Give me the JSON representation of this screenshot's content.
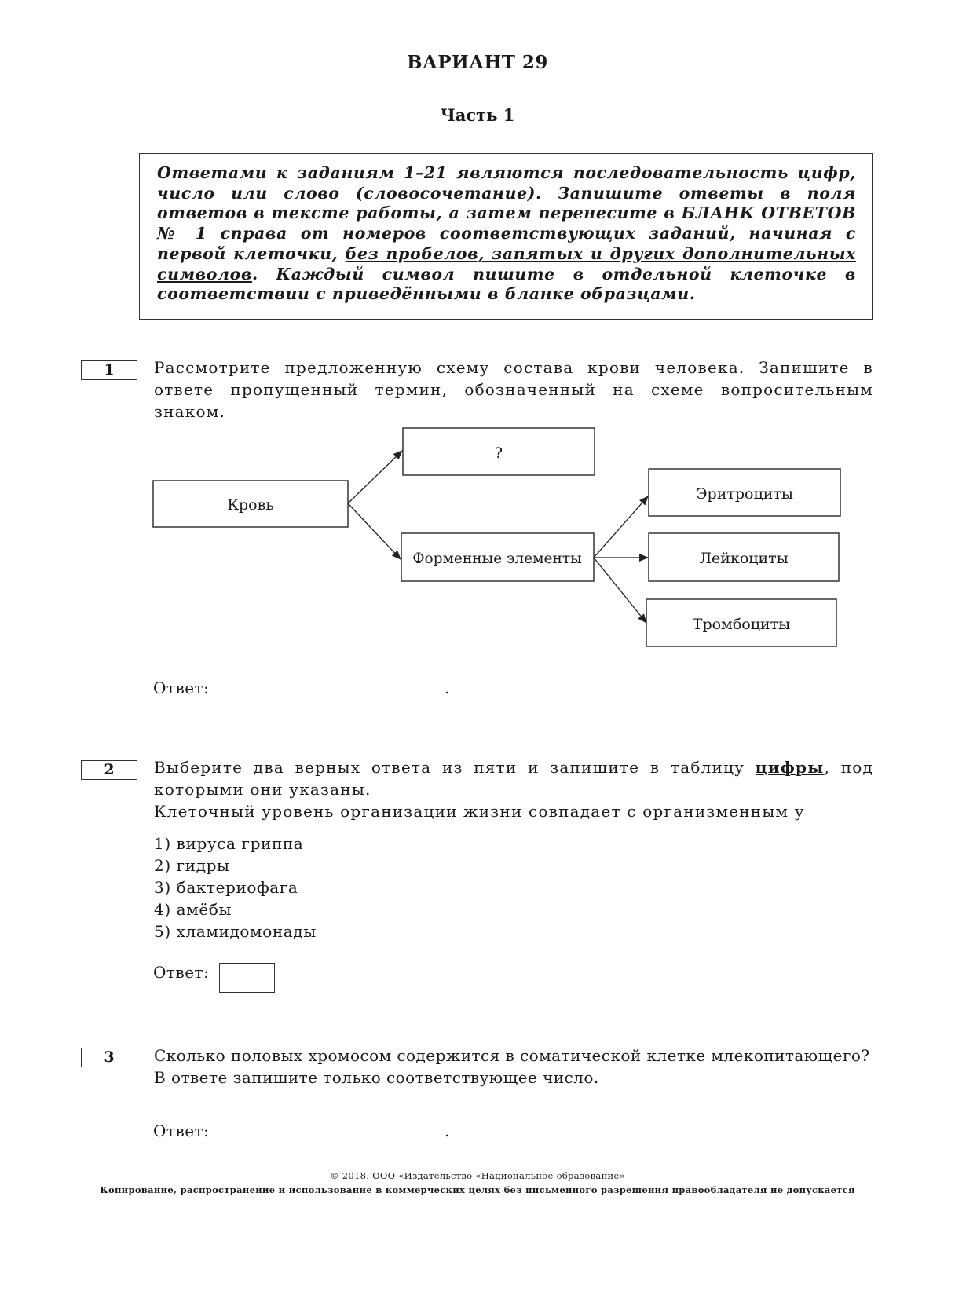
{
  "header": {
    "variant_title": "ВАРИАНТ 29",
    "part_title": "Часть 1"
  },
  "instructions": {
    "part_a": "Ответами к заданиям 1–21 являются последовательность цифр, число или слово (словосочетание). Запишите ответы в поля ответов в тексте работы, а затем перенесите в БЛАНК ОТВЕТОВ № 1 справа от номеров соответствующих заданий, начиная с первой клеточки, ",
    "underlined": "без пробелов, запятых и других дополнительных символов",
    "part_b": ". Каждый символ пишите в отдельной клеточке в соответствии с приведёнными в бланке образцами."
  },
  "task1": {
    "number": "1",
    "text": "Рассмотрите предложенную схему состава крови человека. Запишите в ответе пропущенный термин, обозначенный на схеме вопросительным знаком.",
    "diagram": {
      "root": "Кровь",
      "unknown": "?",
      "formed": "Форменные элементы",
      "child1": "Эритроциты",
      "child2": "Лейкоциты",
      "child3": "Тромбоциты"
    },
    "answer_label": "Ответ:",
    "answer_end": "."
  },
  "task2": {
    "number": "2",
    "text_before": "Выберите два верных ответа из пяти и запишите в таблицу ",
    "text_bold": "цифры",
    "text_after": ", под которыми они указаны.",
    "text2": "Клеточный уровень организации жизни совпадает с организменным у",
    "options": [
      "1) вируса гриппа",
      "2) гидры",
      "3) бактериофага",
      "4) амёбы",
      "5) хламидомонады"
    ],
    "answer_label": "Ответ:"
  },
  "task3": {
    "number": "3",
    "text": "Сколько половых хромосом содержится в соматической клетке млекопитающего? В ответе запишите только соответствующее число.",
    "answer_label": "Ответ:",
    "answer_end": "."
  },
  "footer": {
    "line1": "© 2018. ООО «Издательство «Национальное образование»",
    "line2": "Копирование, распространение и использование в коммерческих целях без письменного разрешения правообладателя не допускается"
  }
}
